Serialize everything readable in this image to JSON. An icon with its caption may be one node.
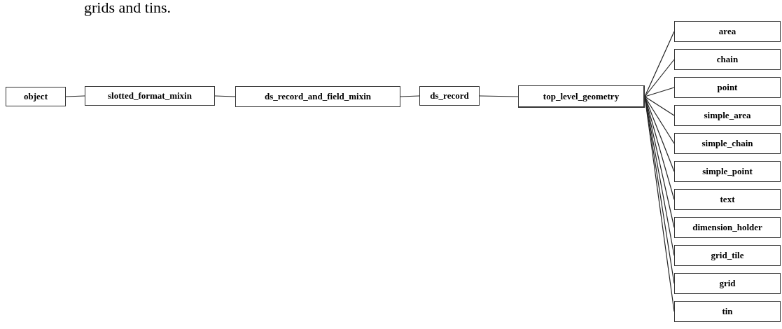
{
  "diagram": {
    "nodes": [
      {
        "text": [
          "object"
        ]
      },
      {
        "text": [
          "slotted_format_mixin"
        ]
      },
      {
        "text": [
          "ds_record_and_field_mixin"
        ]
      },
      {
        "text": [
          "ds_record"
        ]
      },
      {
        "text": [
          "top_level_geometry"
        ]
      },
      {
        "text": [
          "area"
        ]
      },
      {
        "text": [
          "chain"
        ]
      },
      {
        "text": [
          "point"
        ]
      },
      {
        "text": [
          "simple_area"
        ]
      },
      {
        "text": [
          "simple_chain"
        ]
      },
      {
        "text": [
          "simple_point"
        ]
      },
      {
        "text": [
          "text"
        ]
      },
      {
        "text": [
          "dimension_holder"
        ]
      },
      {
        "text": [
          "grid_tile"
        ]
      },
      {
        "text": [
          "grid"
        ]
      },
      {
        "text": [
          "tin"
        ]
      }
    ],
    "edges": [
      {
        "from": 0,
        "to": 1,
        "arrow": "none"
      },
      {
        "from": 1,
        "to": 2,
        "arrow": "none"
      },
      {
        "from": 2,
        "to": 3,
        "arrow": "none"
      },
      {
        "from": 3,
        "to": 4,
        "arrow": "none"
      },
      {
        "from": 4,
        "to": 5,
        "arrow": "none"
      },
      {
        "from": 4,
        "to": 6,
        "arrow": "none"
      },
      {
        "from": 4,
        "to": 7,
        "arrow": "none"
      },
      {
        "from": 4,
        "to": 8,
        "arrow": "none"
      },
      {
        "from": 4,
        "to": 9,
        "arrow": "none"
      },
      {
        "from": 4,
        "to": 10,
        "arrow": "none"
      },
      {
        "from": 4,
        "to": 11,
        "arrow": "none"
      },
      {
        "from": 4,
        "to": 12,
        "arrow": "none"
      },
      {
        "from": 4,
        "to": 13,
        "arrow": "none"
      },
      {
        "from": 4,
        "to": 14,
        "arrow": "none"
      },
      {
        "from": 4,
        "to": 15,
        "arrow": "none"
      }
    ],
    "labels": [
      "grids and tins."
    ]
  }
}
